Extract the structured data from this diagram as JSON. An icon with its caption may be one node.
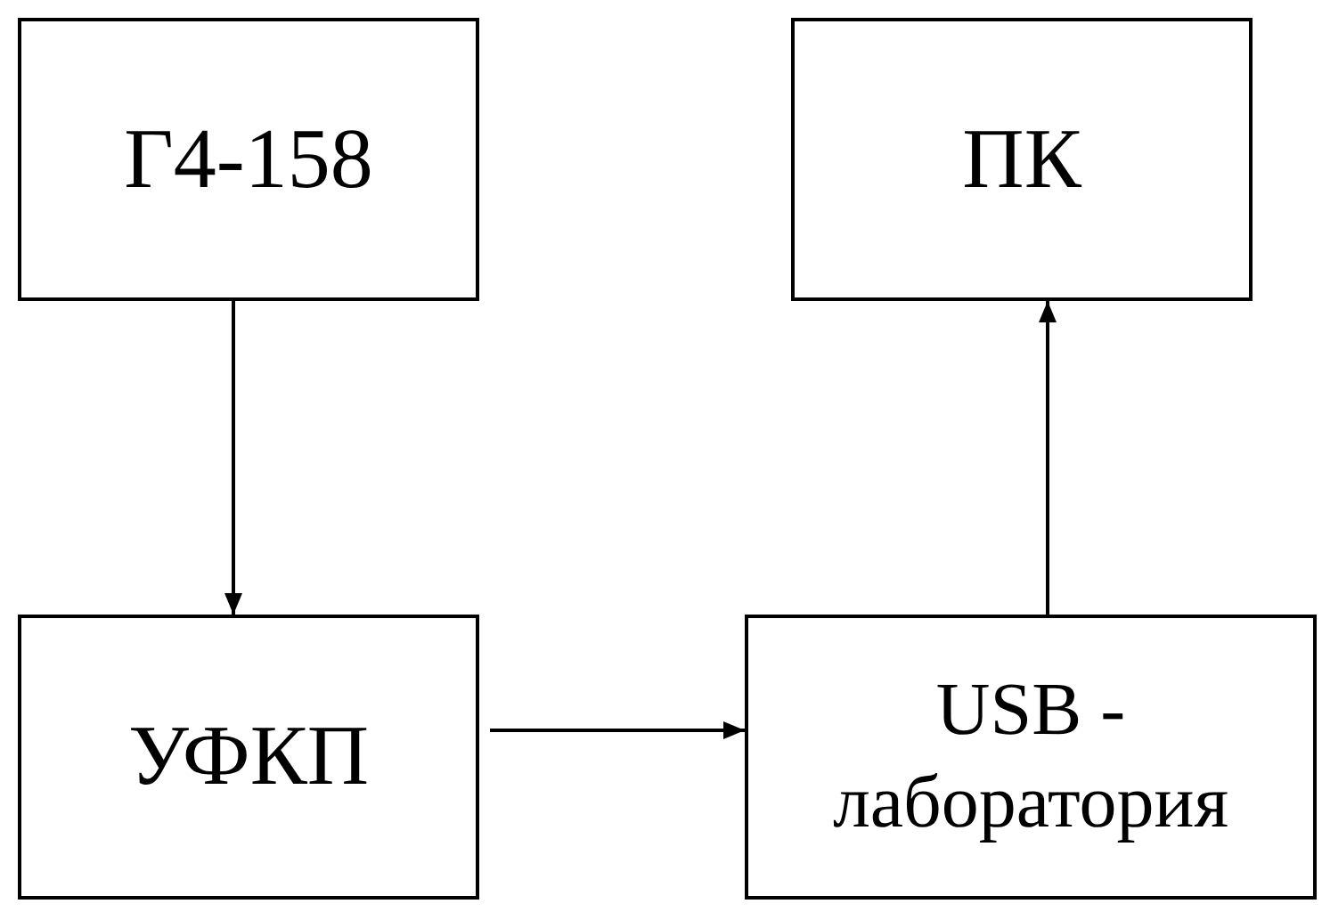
{
  "diagram": {
    "nodes": [
      {
        "text": [
          "Г4-158"
        ]
      },
      {
        "text": [
          "ПК"
        ]
      },
      {
        "text": [
          "УФКП"
        ]
      },
      {
        "text": [
          "USB - лаборатория"
        ]
      }
    ],
    "edges": [
      {
        "from": 0,
        "to": 2,
        "arrow": "to"
      },
      {
        "from": 2,
        "to": 3,
        "arrow": "to"
      },
      {
        "from": 3,
        "to": 1,
        "arrow": "to"
      }
    ]
  }
}
